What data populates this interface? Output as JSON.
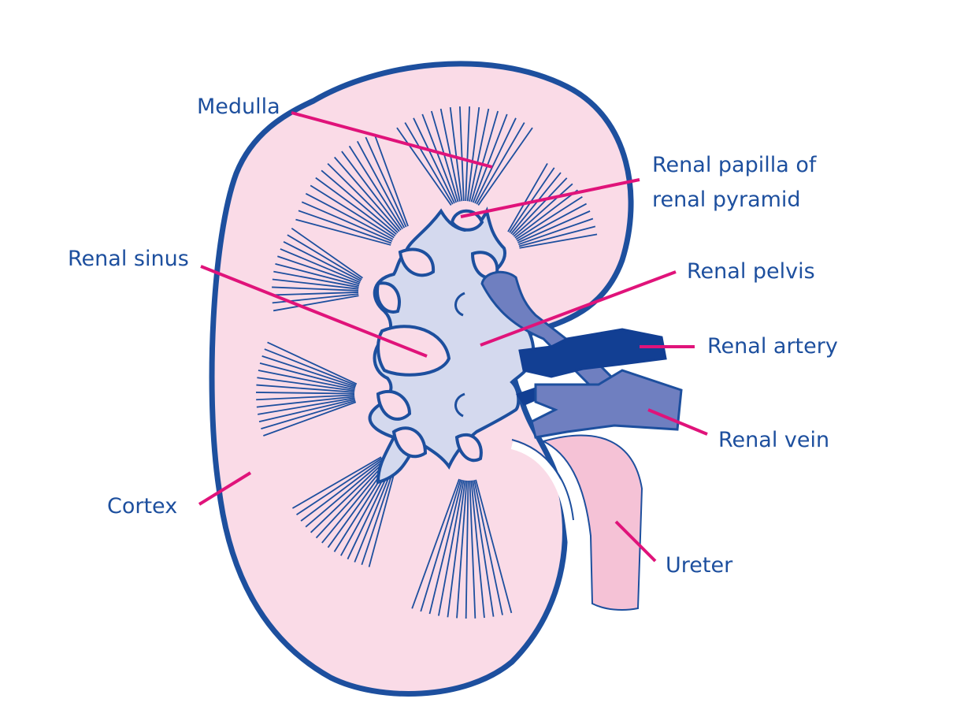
{
  "labels": {
    "medulla": "Medulla",
    "renal_papilla_line1": "Renal papilla of",
    "renal_papilla_line2": "renal pyramid",
    "renal_sinus": "Renal sinus",
    "renal_pelvis": "Renal pelvis",
    "renal_artery": "Renal artery",
    "renal_vein": "Renal vein",
    "cortex": "Cortex",
    "ureter": "Ureter"
  },
  "colors": {
    "outline": "#1d4f9e",
    "cortex_fill": "#fadbe7",
    "sinus_fill": "#d4d9ee",
    "artery": "#123f93",
    "vein": "#6f7fc0",
    "ureter": "#f5c2d6",
    "leader": "#e0137a",
    "label_text": "#1d4f9e"
  }
}
